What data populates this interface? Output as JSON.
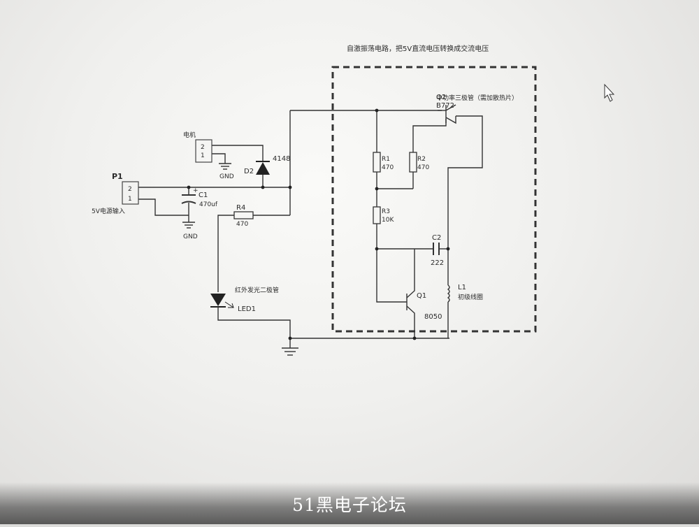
{
  "diagram": {
    "title": "自激振荡电路，把5V直流电压转换成交流电压",
    "q2_note": "中功率三极管（需加散热片）",
    "q2_label": "Q2",
    "q2_part": "B772",
    "motor_label": "电机",
    "motor_pin2": "2",
    "motor_pin1": "1",
    "gnd1": "GND",
    "gnd2": "GND",
    "d2_label": "D2",
    "d2_part": "4148",
    "p1_label": "P1",
    "p1_pin2": "2",
    "p1_pin1": "1",
    "p1_desc": "5V电源输入",
    "c1_label": "C1",
    "c1_value": "470uf",
    "r4_label": "R4",
    "r4_value": "470",
    "r1_label": "R1",
    "r1_value": "470",
    "r2_label": "R2",
    "r2_value": "470",
    "r3_label": "R3",
    "r3_value": "10K",
    "c2_label": "C2",
    "c2_value": "222",
    "l1_label": "L1",
    "l1_desc": "初级线圈",
    "q1_label": "Q1",
    "q1_part": "8050",
    "led_desc": "红外发光二极管",
    "led_label": "LED1"
  },
  "watermark": "51黑电子论坛",
  "cursor_icon": "mouse-pointer-icon"
}
